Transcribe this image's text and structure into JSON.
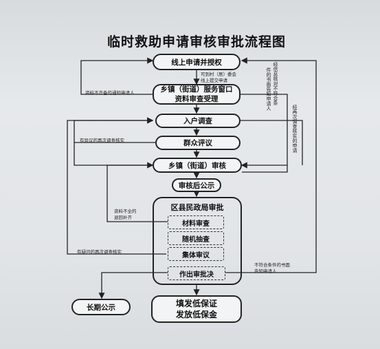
{
  "title": "临时救助申请审核审批流程图",
  "steps": {
    "online": "线上申请并授权",
    "township_line1": "乡镇（街道）服务窗口",
    "township_line2": "资料审查受理",
    "survey": "入户调查",
    "public_review": "群众评议",
    "township_audit": "乡镇（街道）审核",
    "post_audit_notice": "审核后公示",
    "district_title": "区县民政局审批",
    "material_review": "材料审查",
    "random_check": "随机抽查",
    "collective_review": "集体审议",
    "decision": "作出审批决",
    "long_term": "长期公示",
    "result_line1": "填发低保证",
    "result_line2": "发放低保金"
  },
  "notes": {
    "village_line1": "可到村（居）委会",
    "village_line2": "线上提交申请",
    "incomplete_notice": "资料不齐备的通知申请人",
    "objection_resurvey": "有异议的再次调查核实",
    "incomplete_return_1": "资料不全的",
    "incomplete_return_2": "退回补齐",
    "doubt_resurvey": "有疑问的再次调查核实",
    "reject_notice_1": "不符合条件的书面",
    "reject_notice_2": "告知申请人",
    "vertical_1": "经信息核对不符合条",
    "vertical_2": "件的书面告知申请人",
    "vertical_3": "经再次调查核实的申请"
  }
}
